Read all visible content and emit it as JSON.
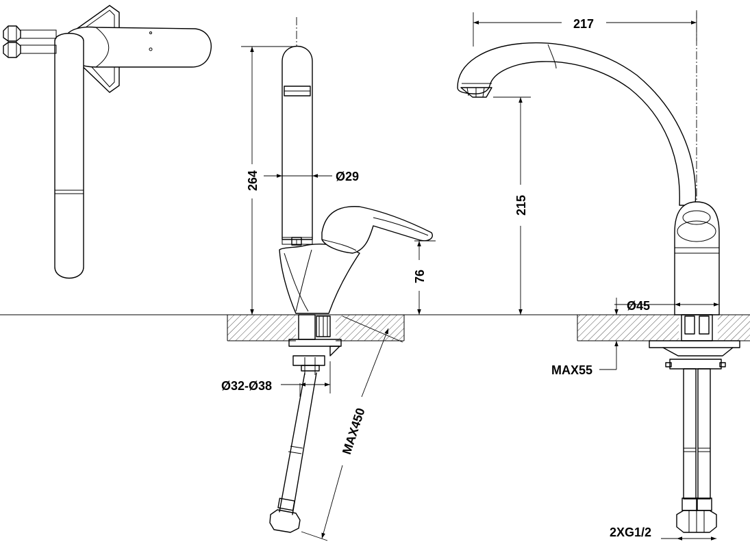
{
  "dimensions": {
    "top_width": "217",
    "outlet_height": "215",
    "total_height": "264",
    "spout_diameter": "Ø29",
    "lever_height": "76",
    "base_diameter": "Ø45",
    "hole_diameter": "Ø32-Ø38",
    "hose_length": "MAX450",
    "counter_thickness": "MAX55",
    "connection": "2XG1/2"
  }
}
